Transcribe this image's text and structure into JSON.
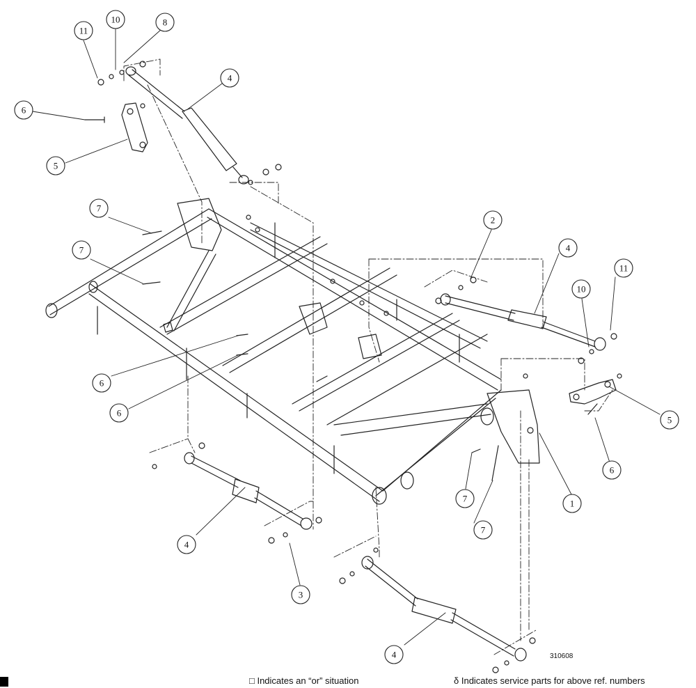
{
  "figure": {
    "id_label": "310608",
    "callouts": [
      {
        "id": "c-11-top",
        "number": "11"
      },
      {
        "id": "c-10-top",
        "number": "10"
      },
      {
        "id": "c-8",
        "number": "8"
      },
      {
        "id": "c-4-top",
        "number": "4"
      },
      {
        "id": "c-6-top",
        "number": "6"
      },
      {
        "id": "c-5-top",
        "number": "5"
      },
      {
        "id": "c-7-a",
        "number": "7"
      },
      {
        "id": "c-7-b",
        "number": "7"
      },
      {
        "id": "c-2",
        "number": "2"
      },
      {
        "id": "c-4-right",
        "number": "4"
      },
      {
        "id": "c-10-right",
        "number": "10"
      },
      {
        "id": "c-11-right",
        "number": "11"
      },
      {
        "id": "c-6-mid-a",
        "number": "6"
      },
      {
        "id": "c-6-mid-b",
        "number": "6"
      },
      {
        "id": "c-5-right",
        "number": "5"
      },
      {
        "id": "c-6-right",
        "number": "6"
      },
      {
        "id": "c-1",
        "number": "1"
      },
      {
        "id": "c-7-c",
        "number": "7"
      },
      {
        "id": "c-7-d",
        "number": "7"
      },
      {
        "id": "c-4-left",
        "number": "4"
      },
      {
        "id": "c-3",
        "number": "3"
      },
      {
        "id": "c-4-bottom",
        "number": "4"
      }
    ]
  },
  "legend": {
    "or_note": "□ Indicates an “or” situation",
    "service_note": "δ Indicates service parts for above ref. numbers"
  }
}
